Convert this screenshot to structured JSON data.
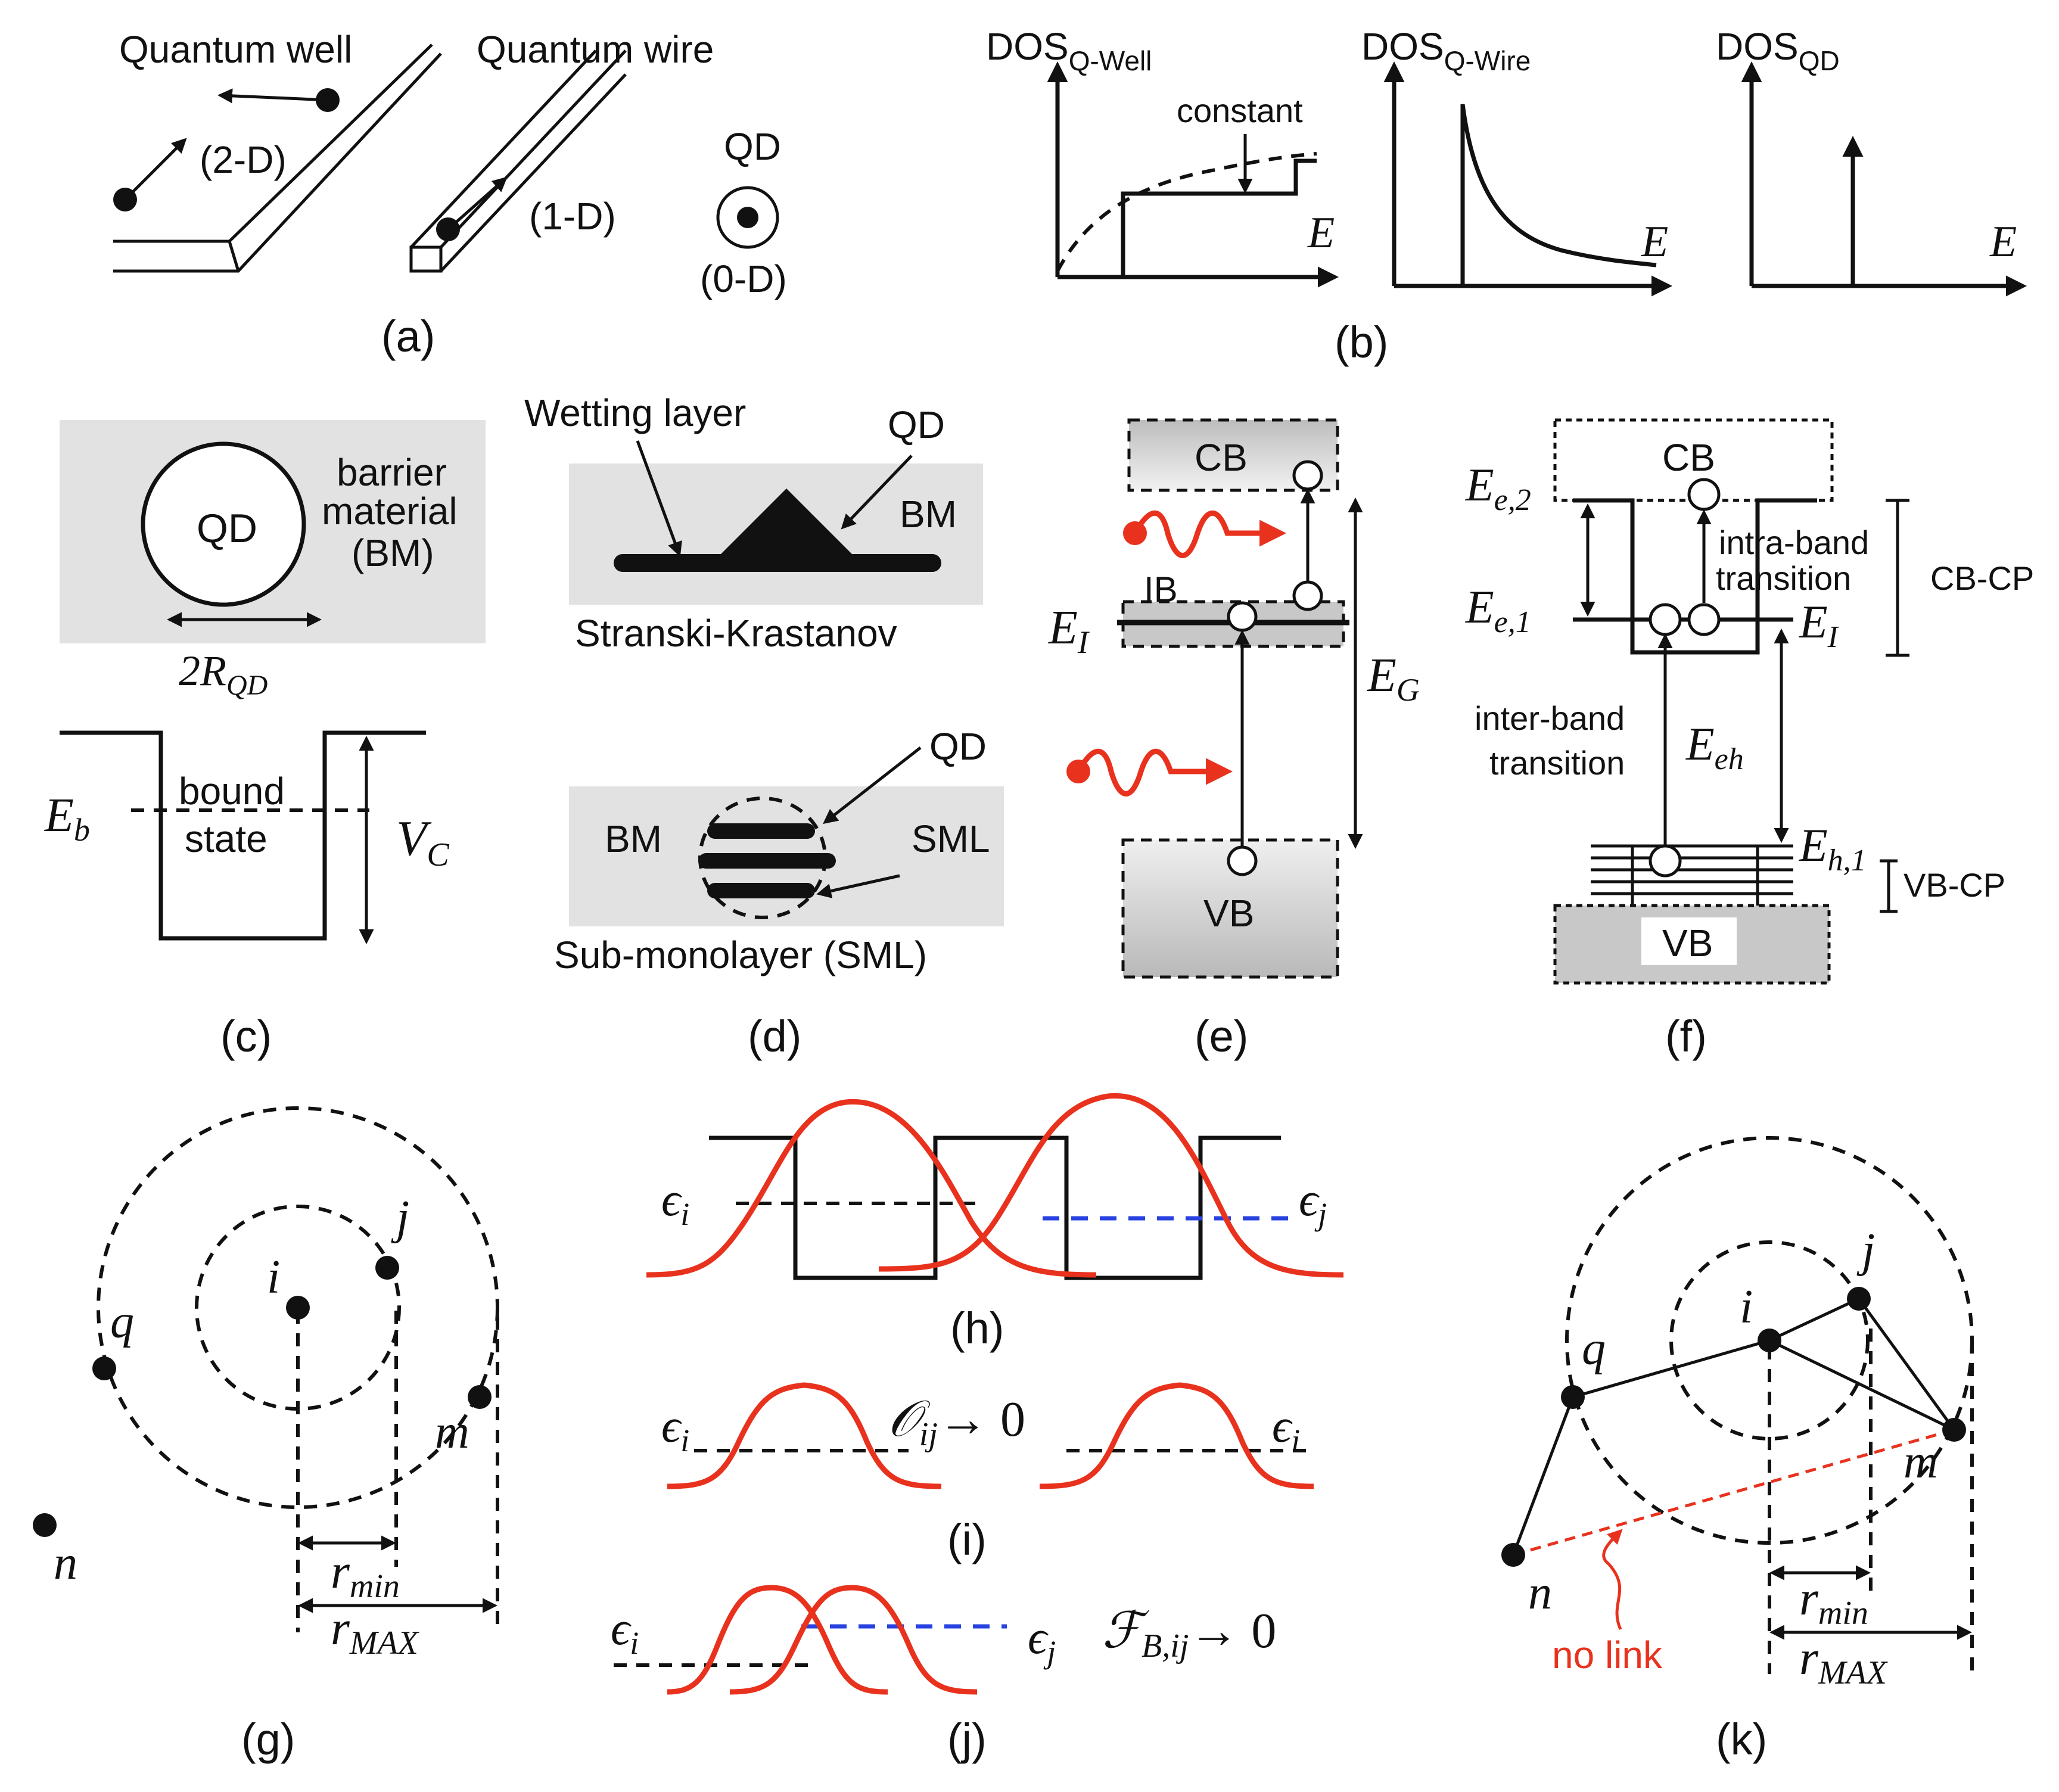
{
  "panel_labels": {
    "a": "(a)",
    "b": "(b)",
    "c": "(c)",
    "d": "(d)",
    "e": "(e)",
    "f": "(f)",
    "g": "(g)",
    "h": "(h)",
    "i": "(i)",
    "j": "(j)",
    "k": "(k)"
  },
  "a": {
    "well": "Quantum well",
    "wire": "Quantum wire",
    "qd": "QD",
    "d2": "(2-D)",
    "d1": "(1-D)",
    "d0": "(0-D)"
  },
  "b": {
    "dos": "DOS",
    "well_sub": "Q-Well",
    "wire_sub": "Q-Wire",
    "qd_sub": "QD",
    "constant": "constant",
    "e": "E"
  },
  "c": {
    "qd": "QD",
    "barrier1": "barrier",
    "barrier2": "material",
    "barrier3": "(BM)",
    "radius_main": "2R",
    "radius_sub": "QD",
    "eb_main": "E",
    "eb_sub": "b",
    "bound": "bound",
    "state": "state",
    "vc_main": "V",
    "vc_sub": "C"
  },
  "d": {
    "wetting": "Wetting layer",
    "qd": "QD",
    "bm": "BM",
    "sk": "Stranski-Krastanov",
    "qd2": "QD",
    "bm2": "BM",
    "sml": "SML",
    "sml_full": "Sub-monolayer (SML)"
  },
  "e": {
    "cb": "CB",
    "ib": "IB",
    "vb": "VB",
    "ei_main": "E",
    "ei_sub": "I",
    "eg_main": "E",
    "eg_sub": "G"
  },
  "f": {
    "cb": "CB",
    "vb": "VB",
    "ee2_main": "E",
    "ee2_sub": "e,2",
    "ee1_main": "E",
    "ee1_sub": "e,1",
    "ei_main": "E",
    "ei_sub": "I",
    "eeh_main": "E",
    "eeh_sub": "eh",
    "eh1_main": "E",
    "eh1_sub": "h,1",
    "intra1": "intra-band",
    "intra2": "transition",
    "inter1": "inter-band",
    "inter2": "transition",
    "cbcp": "CB-CP",
    "vbcp": "VB-CP"
  },
  "g": {
    "i": "i",
    "j": "j",
    "q": "q",
    "m": "m",
    "n": "n",
    "rmin_main": "r",
    "rmin_sub": "min",
    "rmax_main": "r",
    "rmax_sub": "MAX"
  },
  "h": {
    "ei_main": "ϵ",
    "ei_sub": "i",
    "ej_main": "ϵ",
    "ej_sub": "j"
  },
  "i": {
    "ei_main": "ϵ",
    "ei_sub": "i",
    "o_main": "𝒪",
    "o_sub": "ij",
    "arrow": "→ 0",
    "ej_main": "ϵ",
    "ej_sub": "i"
  },
  "j": {
    "ei_main": "ϵ",
    "ei_sub": "i",
    "ej_main": "ϵ",
    "ej_sub": "j",
    "f_main": "ℱ",
    "f_sub": "B,ij",
    "arrow": "→ 0"
  },
  "k": {
    "i": "i",
    "j": "j",
    "q": "q",
    "m": "m",
    "n": "n",
    "nolink": "no link",
    "rmin_main": "r",
    "rmin_sub": "min",
    "rmax_main": "r",
    "rmax_sub": "MAX"
  },
  "colors": {
    "ink": "#111111",
    "accent": "#e8321e",
    "blue": "#2742e0",
    "panel_gray": "#e2e2e2"
  }
}
